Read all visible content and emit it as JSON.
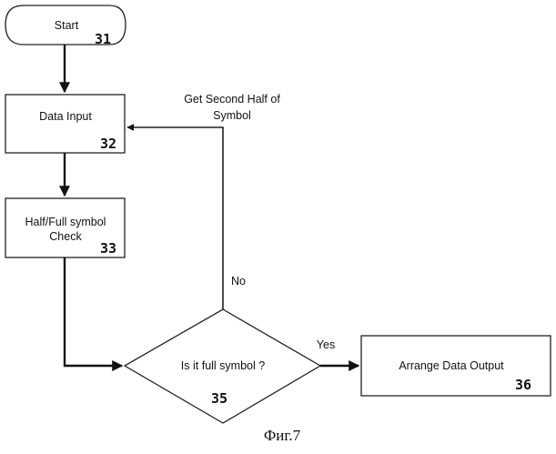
{
  "nodes": {
    "start": {
      "label": "Start",
      "ref": "31"
    },
    "data_input": {
      "label": "Data Input",
      "ref": "32"
    },
    "check": {
      "label_line1": "Half/Full symbol",
      "label_line2": "Check",
      "ref": "33"
    },
    "decision": {
      "label": "Is it full symbol ?",
      "ref": "35"
    },
    "output": {
      "label": "Arrange Data Output",
      "ref": "36"
    }
  },
  "edges": {
    "loop_line1": "Get Second Half of",
    "loop_line2": "Symbol",
    "no": "No",
    "yes": "Yes"
  },
  "caption": "Фиг.7"
}
